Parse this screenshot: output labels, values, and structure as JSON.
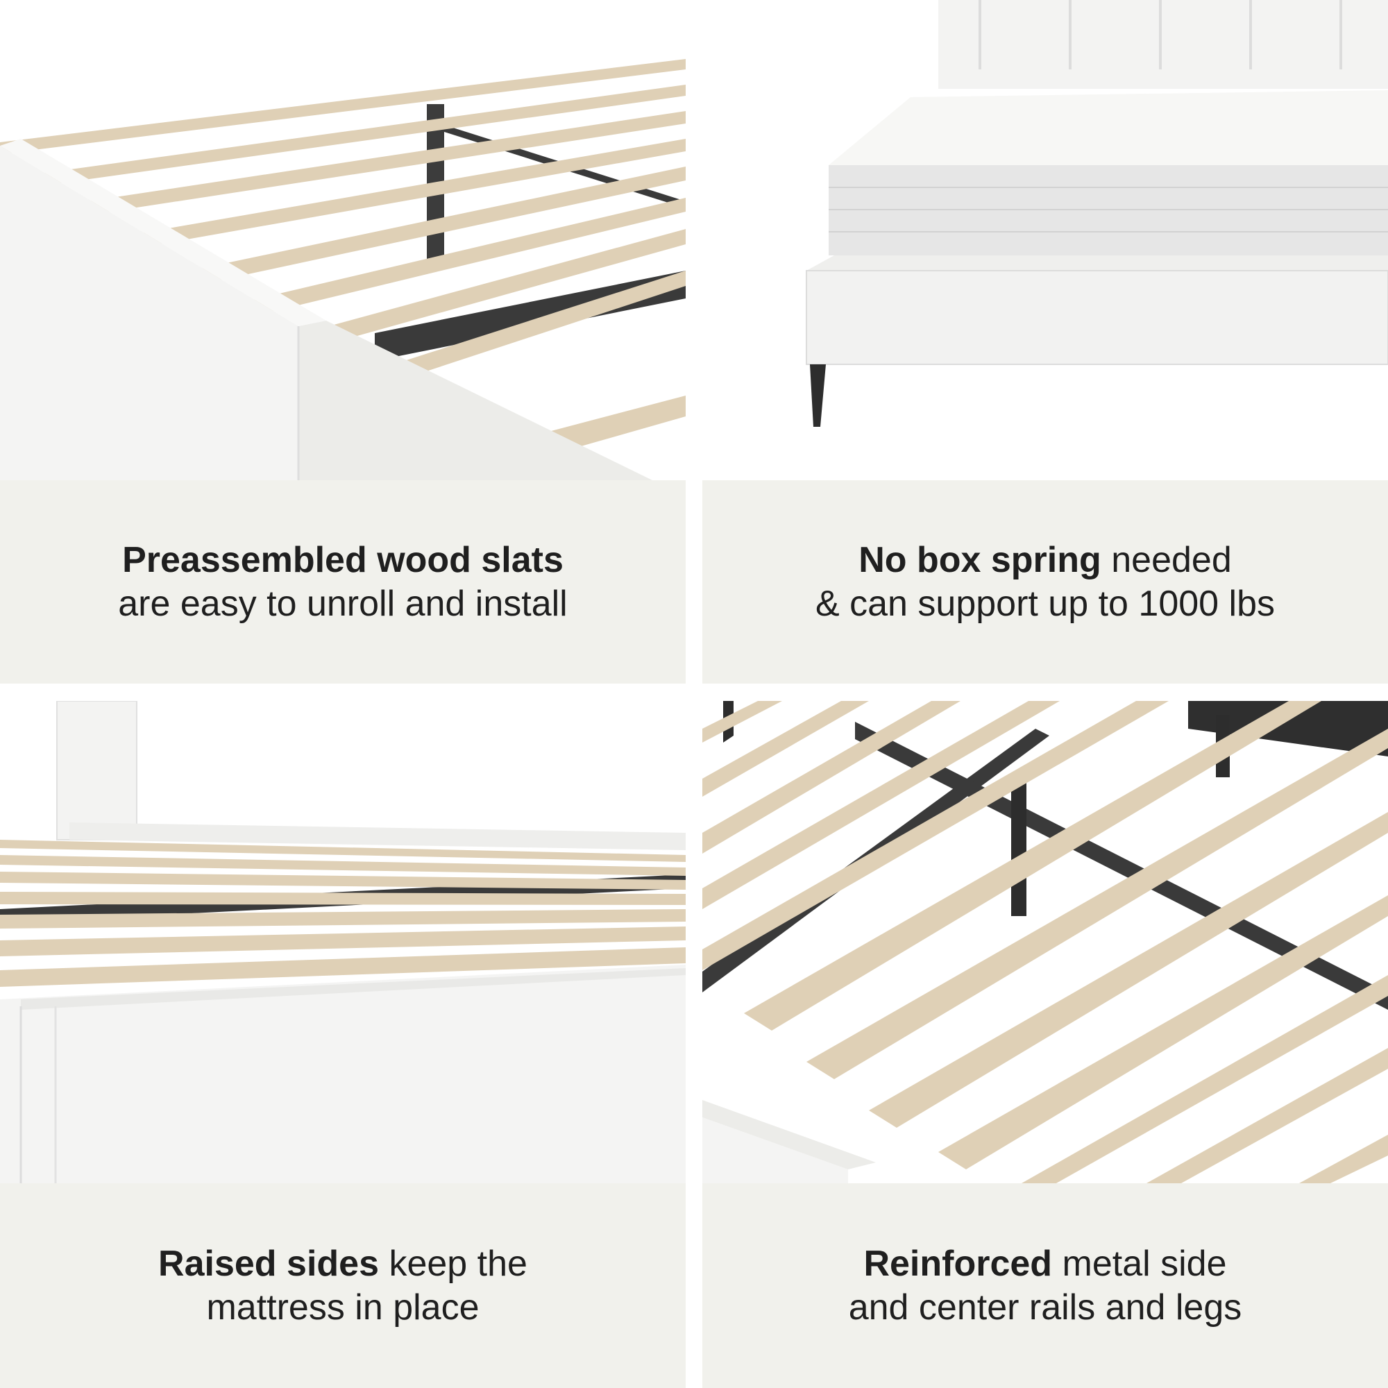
{
  "theme": {
    "caption_background": "#f1f1ec",
    "caption_text": "#1f1f1f",
    "slat_wood": "#dfd0b6",
    "frame_fabric": "#f4f4f3",
    "metal_rail": "#3a3a3a"
  },
  "panels": [
    {
      "image": "bed-slats-closeup",
      "caption_bold": "Preassembled wood slats",
      "caption_rest": "are easy to unroll and install"
    },
    {
      "image": "bed-with-mattress",
      "caption_bold": "No box spring",
      "caption_rest": " needed",
      "caption_line2": "& can support up to 1000 lbs"
    },
    {
      "image": "raised-sides-closeup",
      "caption_bold": "Raised sides",
      "caption_rest": " keep the",
      "caption_line2": "mattress in place"
    },
    {
      "image": "metal-rails-legs",
      "caption_bold": "Reinforced",
      "caption_rest": " metal side",
      "caption_line2": "and center rails and legs"
    }
  ]
}
